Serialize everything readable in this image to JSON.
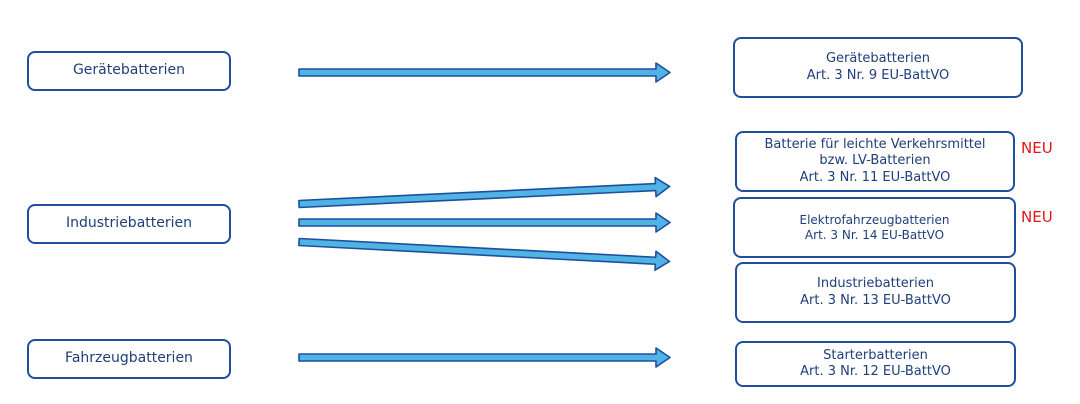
{
  "left_boxes": {
    "geraete": "Gerätebatterien",
    "industrie": "Industriebatterien",
    "fahrzeug": "Fahrzeugbatterien"
  },
  "right_boxes": {
    "geraete": {
      "line1": "Gerätebatterien",
      "line2": "Art. 3 Nr. 9 EU-BattVO"
    },
    "lv": {
      "line1": "Batterie für leichte Verkehrsmittel",
      "line2": "bzw. LV-Batterien",
      "line3": "Art. 3 Nr. 11 EU-BattVO"
    },
    "elektro": {
      "line1": "Elektrofahrzeugbatterien",
      "line2": "Art. 3 Nr. 14 EU-BattVO"
    },
    "industrie": {
      "line1": "Industriebatterien",
      "line2": "Art. 3 Nr. 13 EU-BattVO"
    },
    "starter": {
      "line1": "Starterbatterien",
      "line2": "Art. 3 Nr. 12 EU-BattVO"
    }
  },
  "badges": {
    "new_label": "NEU"
  },
  "colors": {
    "box_border": "#1f4e9c",
    "text": "#1f3f7a",
    "arrow_fill": "#4fb3e6",
    "arrow_stroke": "#1f4e9c",
    "new": "#e4141b"
  }
}
